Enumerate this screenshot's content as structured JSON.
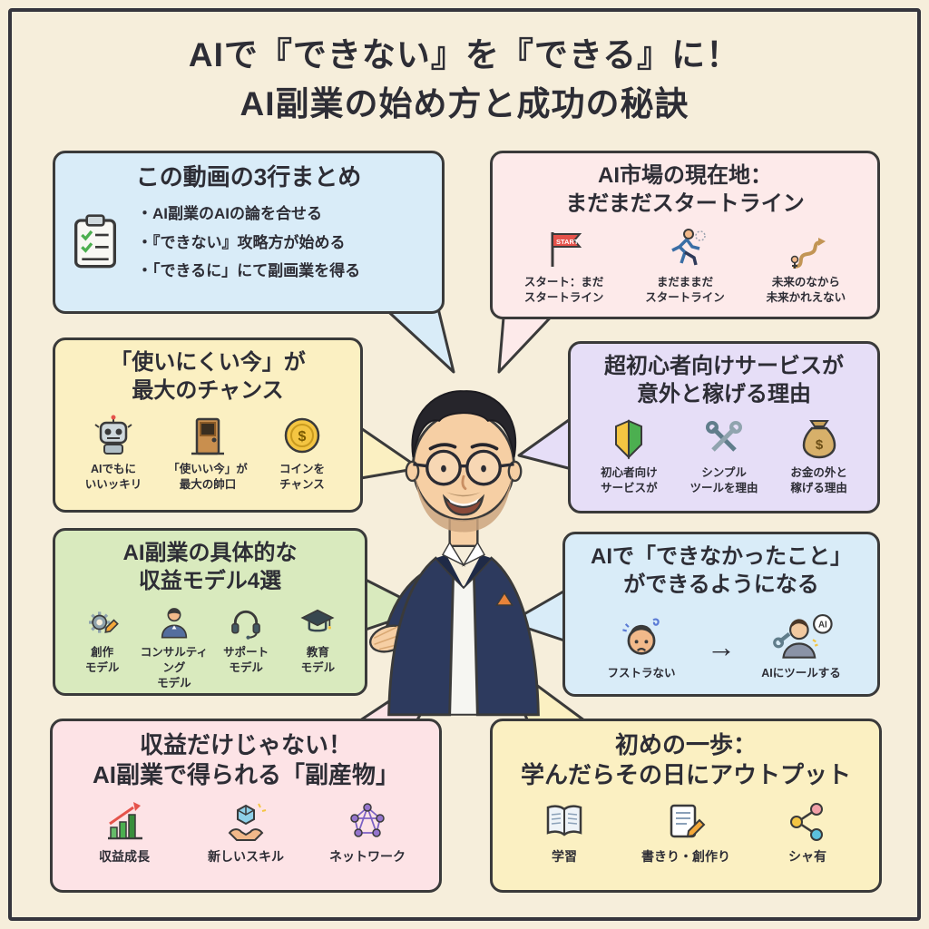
{
  "page": {
    "background": "#f6eedb",
    "frame_border": "#35353d",
    "outline_color": "#3a3a3a"
  },
  "glyphs": {
    "start": "START",
    "dollar": "$",
    "ai": "AI",
    "arrow": "→"
  },
  "title": {
    "line1": "AIで『できない』を『できる』に！",
    "line2": "AI副業の始め方と成功の秘訣"
  },
  "boxes": {
    "summary": {
      "bg": "#d9ecf8",
      "title": "この動画の3行まとめ",
      "icon": "clipboard-check-icon",
      "bullets": [
        "・AI副業のAIの論を合せる",
        "・『できない』攻略方が始める",
        "・「できるに」にて副画業を得る"
      ]
    },
    "market": {
      "bg": "#fdeaea",
      "title_line1": "AI市場の現在地：",
      "title_line2": "まだまだスタートライン",
      "items": [
        {
          "icon": "start-flag-icon",
          "label": "スタート：まだ\nスタートライン"
        },
        {
          "icon": "runner-icon",
          "label": "まだままだ\nスタートライン"
        },
        {
          "icon": "winding-path-icon",
          "label": "未来のなから\n未来かれえない"
        }
      ]
    },
    "chance": {
      "bg": "#fbf0c2",
      "title_line1": "「使いにくい今」が",
      "title_line2": "最大のチャンス",
      "items": [
        {
          "icon": "robot-icon",
          "label": "AIでもに\nいいッキリ"
        },
        {
          "icon": "door-icon",
          "label": "「使いい今」が\n最大の帥口"
        },
        {
          "icon": "coin-icon",
          "label": "コインを\nチャンス"
        }
      ]
    },
    "beginner": {
      "bg": "#e6def7",
      "title_line1": "超初心者向けサービスが",
      "title_line2": "意外と稼げる理由",
      "items": [
        {
          "icon": "beginner-mark-icon",
          "label": "初心者向け\nサービスが"
        },
        {
          "icon": "tools-icon",
          "label": "シンプル\nツールを理由"
        },
        {
          "icon": "money-bag-icon",
          "label": "お金の外と\n稼げる理由"
        }
      ]
    },
    "models": {
      "bg": "#d9eabe",
      "title_line1": "AI副業の具体的な",
      "title_line2": "収益モデル4選",
      "items": [
        {
          "icon": "gear-pencil-icon",
          "label": "創作\nモデル"
        },
        {
          "icon": "consultant-icon",
          "label": "コンサルティング\nモデル"
        },
        {
          "icon": "headset-icon",
          "label": "サポート\nモデル"
        },
        {
          "icon": "grad-cap-icon",
          "label": "教育\nモデル"
        }
      ]
    },
    "enable": {
      "bg": "#d9ecf8",
      "title_line1": "AIで「できなかったこと」",
      "title_line2": "ができるようになる",
      "arrow": "→",
      "items": [
        {
          "icon": "confused-person-icon",
          "label": "フストラない"
        },
        {
          "icon": "ai-helper-icon",
          "label": "AIにツールする"
        }
      ]
    },
    "byproduct": {
      "bg": "#fde3e6",
      "title_line1": "収益だけじゃない！",
      "title_line2": "AI副業で得られる「副産物」",
      "items": [
        {
          "icon": "growth-chart-icon",
          "label": "収益成長"
        },
        {
          "icon": "hands-cube-icon",
          "label": "新しいスキル"
        },
        {
          "icon": "network-icon",
          "label": "ネットワーク"
        }
      ]
    },
    "first_step": {
      "bg": "#fbf0c2",
      "title_line1": "初めの一歩：",
      "title_line2": "学んだらその日にアウトプット",
      "items": [
        {
          "icon": "book-icon",
          "label": "学習"
        },
        {
          "icon": "pencil-note-icon",
          "label": "書きり・創作り"
        },
        {
          "icon": "share-icon",
          "label": "シャ有"
        }
      ]
    }
  }
}
